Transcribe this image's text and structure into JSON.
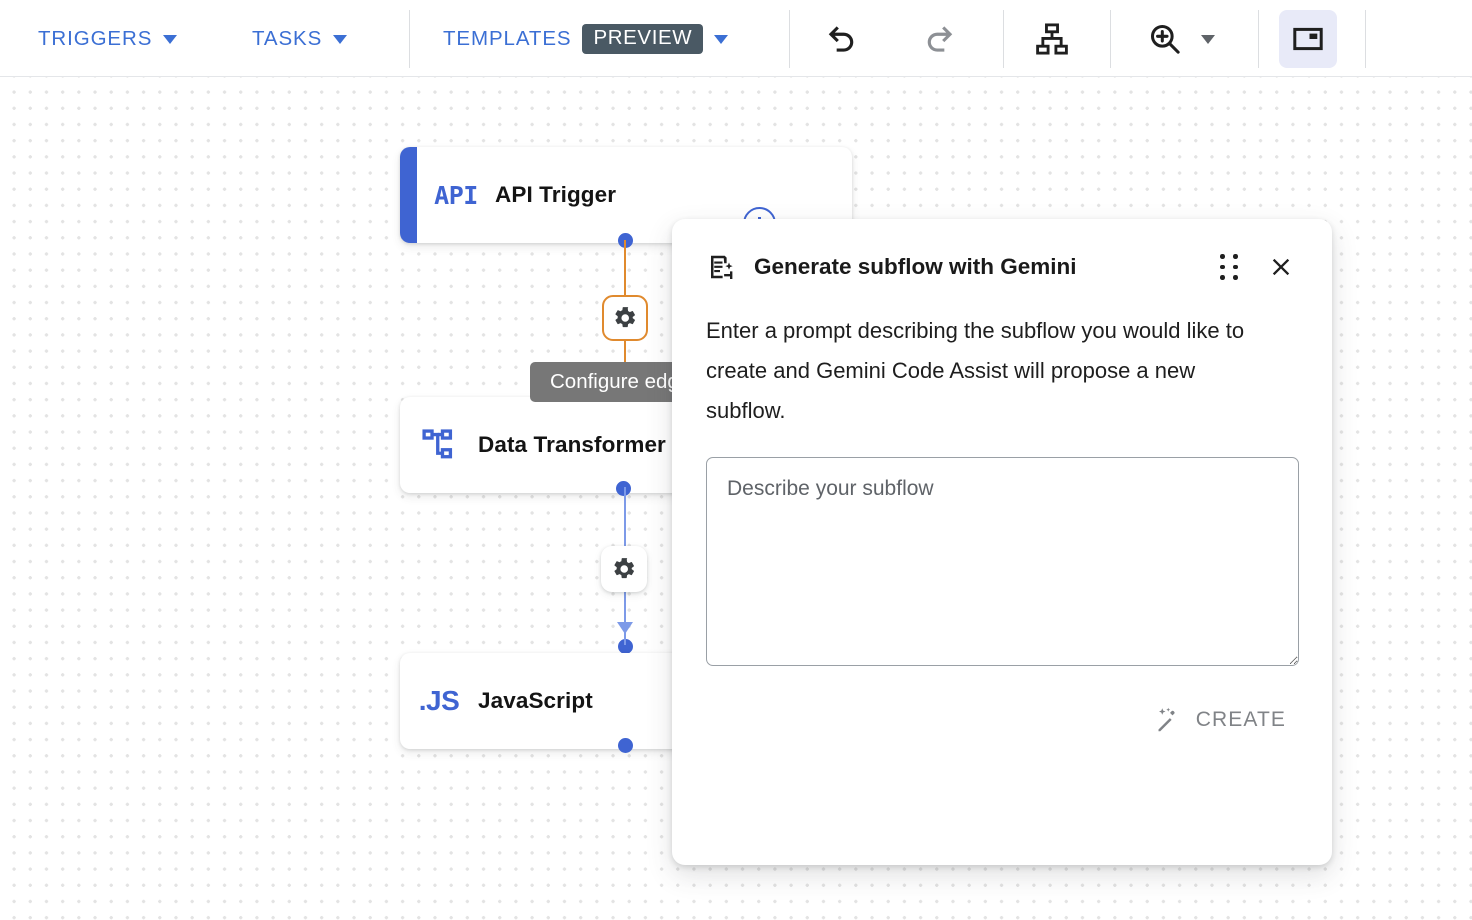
{
  "toolbar": {
    "menus": [
      {
        "label": "TRIGGERS",
        "icon": "chevron-down-icon"
      },
      {
        "label": "TASKS",
        "icon": "chevron-down-icon"
      },
      {
        "label": "TEMPLATES",
        "badge": "PREVIEW",
        "icon": "chevron-down-icon"
      }
    ],
    "buttons": [
      {
        "name": "undo-button",
        "icon": "undo-icon",
        "state": "enabled"
      },
      {
        "name": "redo-button",
        "icon": "redo-icon",
        "state": "disabled"
      },
      {
        "name": "hierarchy-button",
        "icon": "hierarchy-icon",
        "state": "enabled"
      },
      {
        "name": "zoom-button",
        "icon": "zoom-in-icon",
        "state": "enabled"
      },
      {
        "name": "minimap-button",
        "icon": "picture-in-picture-icon",
        "state": "active"
      }
    ],
    "colors": {
      "menu_text": "#3b6fd4",
      "preview_badge_bg": "#4a5964",
      "active_button_bg": "#e8eaf8"
    }
  },
  "canvas": {
    "nodes": [
      {
        "id": "api-trigger",
        "glyph": "API",
        "title": "API Trigger",
        "accent": "#3f64d2",
        "has_left_bar": true
      },
      {
        "id": "data-transformer",
        "glyph": "hierarchy",
        "title": "Data Transformer",
        "accent": "#3f64d2",
        "has_left_bar": false
      },
      {
        "id": "javascript",
        "glyph": ".JS",
        "title": "JavaScript",
        "accent": "#3f64d2",
        "has_left_bar": false
      }
    ],
    "edges": [
      {
        "id": "edge-api-to-dt",
        "color": "#e08a2e",
        "selected": true,
        "gear_icon": "gear-icon"
      },
      {
        "id": "edge-dt-to-js",
        "color": "#7d9ae8",
        "selected": false,
        "gear_icon": "gear-icon"
      }
    ],
    "add_badge": {
      "name": "add-node-badge",
      "icon": "plus-circle-icon"
    },
    "tooltip": {
      "text": "Configure edge"
    }
  },
  "gemini_panel": {
    "title": "Generate subflow with Gemini",
    "title_icon": "document-sparkle-icon",
    "drag_handle_icon": "drag-handle-icon",
    "close_icon": "close-icon",
    "description": "Enter a prompt describing the subflow you would like to create and Gemini Code Assist will propose a new subflow.",
    "textarea": {
      "value": "",
      "placeholder": "Describe your subflow"
    },
    "create_button": {
      "label": "CREATE",
      "icon": "magic-wand-icon",
      "state": "disabled"
    }
  }
}
